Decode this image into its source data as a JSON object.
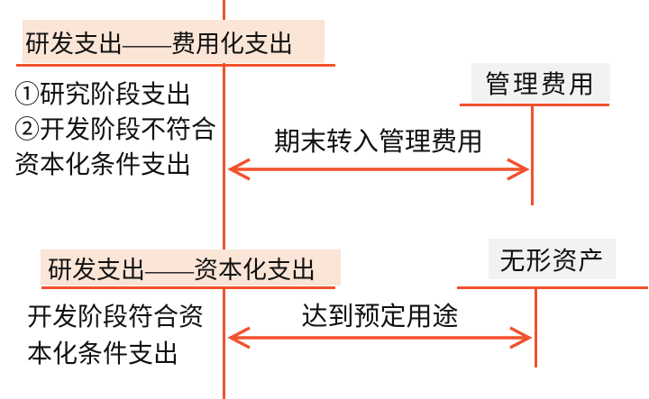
{
  "diagram": {
    "type": "t-account-flow",
    "colors": {
      "line": "#f1512c",
      "highlight_peach": "#fbe5d6",
      "highlight_gray": "#f2f2f2",
      "text": "#111111"
    },
    "accounts": {
      "rd_expensed": {
        "title": "研发支出——费用化支出",
        "debit_lines": [
          "①研究阶段支出",
          "②开发阶段不符合",
          "资本化条件支出"
        ]
      },
      "admin_expense": {
        "title": "管理费用"
      },
      "rd_capitalized": {
        "title": "研发支出——资本化支出",
        "debit_lines": [
          "开发阶段符合资",
          "本化条件支出"
        ]
      },
      "intangible_assets": {
        "title": "无形资产"
      }
    },
    "arrows": {
      "to_admin": {
        "label": "期末转入管理费用"
      },
      "to_intangible": {
        "label": "达到预定用途"
      }
    }
  }
}
